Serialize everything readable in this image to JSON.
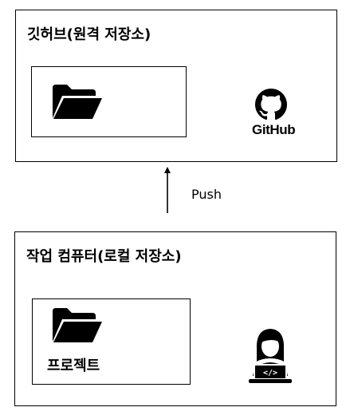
{
  "remote": {
    "title": "깃허브(원격 저장소)",
    "logo_icon": "github-octocat-icon",
    "logo_text": "GitHub",
    "folder_icon": "folder-icon"
  },
  "action": {
    "label": "Push",
    "arrow_icon": "arrow-up-icon"
  },
  "local": {
    "title": "작업 컴퓨터(로컬 저장소)",
    "folder_icon": "folder-icon",
    "folder_label": "프로젝트",
    "user_icon": "developer-laptop-icon"
  },
  "colors": {
    "line": "#000000",
    "background": "#ffffff"
  }
}
